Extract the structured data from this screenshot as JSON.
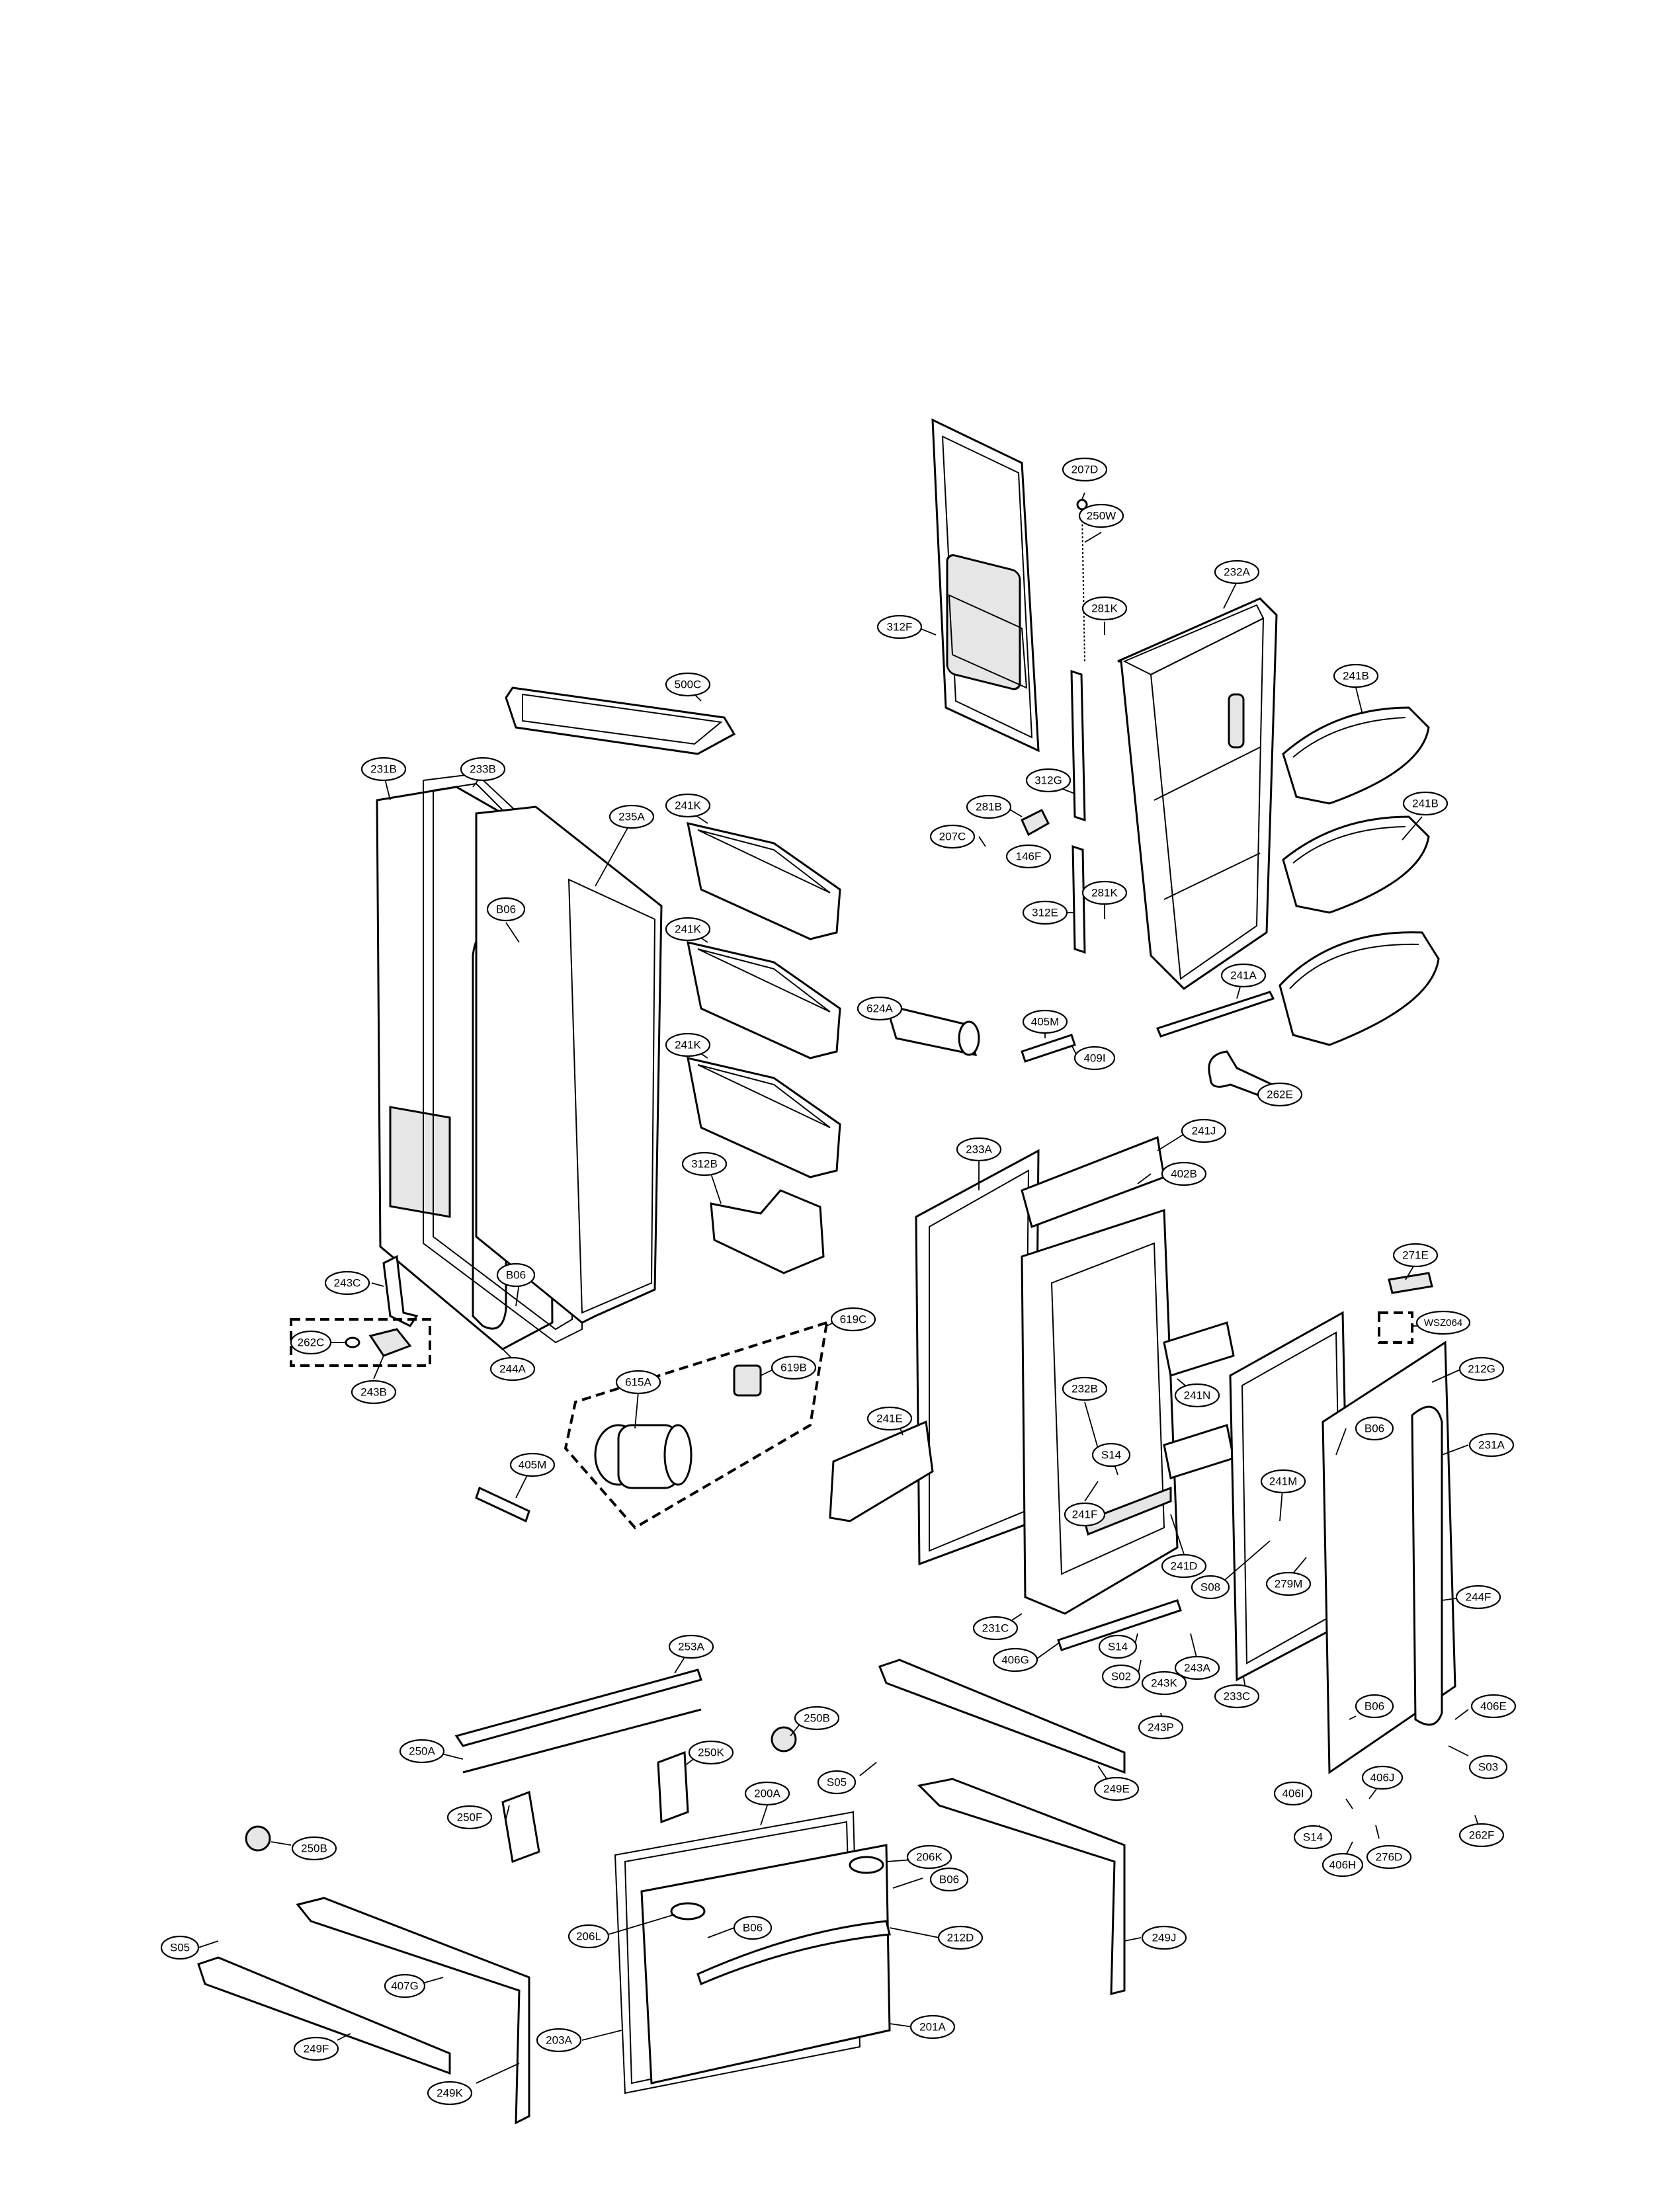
{
  "diagram": {
    "callouts": [
      {
        "id": "c-207D",
        "label": "207D"
      },
      {
        "id": "c-250W",
        "label": "250W"
      },
      {
        "id": "c-232A",
        "label": "232A"
      },
      {
        "id": "c-281K-a",
        "label": "281K"
      },
      {
        "id": "c-312F",
        "label": "312F"
      },
      {
        "id": "c-500C",
        "label": "500C"
      },
      {
        "id": "c-241B-a",
        "label": "241B"
      },
      {
        "id": "c-231B",
        "label": "231B"
      },
      {
        "id": "c-233B",
        "label": "233B"
      },
      {
        "id": "c-235A",
        "label": "235A"
      },
      {
        "id": "c-241K-a",
        "label": "241K"
      },
      {
        "id": "c-312G",
        "label": "312G"
      },
      {
        "id": "c-281B",
        "label": "281B"
      },
      {
        "id": "c-207C",
        "label": "207C"
      },
      {
        "id": "c-146F",
        "label": "146F"
      },
      {
        "id": "c-241B-b",
        "label": "241B"
      },
      {
        "id": "c-B06-a",
        "label": "B06"
      },
      {
        "id": "c-281K-b",
        "label": "281K"
      },
      {
        "id": "c-312E",
        "label": "312E"
      },
      {
        "id": "c-241K-b",
        "label": "241K"
      },
      {
        "id": "c-241A",
        "label": "241A"
      },
      {
        "id": "c-624A",
        "label": "624A"
      },
      {
        "id": "c-405M-a",
        "label": "405M"
      },
      {
        "id": "c-241K-c",
        "label": "241K"
      },
      {
        "id": "c-262E",
        "label": "262E"
      },
      {
        "id": "c-409I",
        "label": "409I"
      },
      {
        "id": "c-241J",
        "label": "241J"
      },
      {
        "id": "c-233A",
        "label": "233A"
      },
      {
        "id": "c-402B",
        "label": "402B"
      },
      {
        "id": "c-312B",
        "label": "312B"
      },
      {
        "id": "c-243C",
        "label": "243C"
      },
      {
        "id": "c-B06-b",
        "label": "B06"
      },
      {
        "id": "c-271E",
        "label": "271E"
      },
      {
        "id": "c-619C",
        "label": "619C"
      },
      {
        "id": "c-WSZ064",
        "label": "WSZ064"
      },
      {
        "id": "c-262C",
        "label": "262C"
      },
      {
        "id": "c-244A",
        "label": "244A"
      },
      {
        "id": "c-619B",
        "label": "619B"
      },
      {
        "id": "c-212G",
        "label": "212G"
      },
      {
        "id": "c-243B",
        "label": "243B"
      },
      {
        "id": "c-615A",
        "label": "615A"
      },
      {
        "id": "c-232B",
        "label": "232B"
      },
      {
        "id": "c-241N",
        "label": "241N"
      },
      {
        "id": "c-B06-c",
        "label": "B06"
      },
      {
        "id": "c-241E",
        "label": "241E"
      },
      {
        "id": "c-231A",
        "label": "231A"
      },
      {
        "id": "c-S14-a",
        "label": "S14"
      },
      {
        "id": "c-405M-b",
        "label": "405M"
      },
      {
        "id": "c-241M",
        "label": "241M"
      },
      {
        "id": "c-241F",
        "label": "241F"
      },
      {
        "id": "c-241D",
        "label": "241D"
      },
      {
        "id": "c-S08",
        "label": "S08"
      },
      {
        "id": "c-279M",
        "label": "279M"
      },
      {
        "id": "c-244F",
        "label": "244F"
      },
      {
        "id": "c-231C",
        "label": "231C"
      },
      {
        "id": "c-S14-b",
        "label": "S14"
      },
      {
        "id": "c-406G",
        "label": "406G"
      },
      {
        "id": "c-243A",
        "label": "243A"
      },
      {
        "id": "c-S02",
        "label": "S02"
      },
      {
        "id": "c-253A",
        "label": "253A"
      },
      {
        "id": "c-243K",
        "label": "243K"
      },
      {
        "id": "c-233C",
        "label": "233C"
      },
      {
        "id": "c-B06-d",
        "label": "B06"
      },
      {
        "id": "c-406E",
        "label": "406E"
      },
      {
        "id": "c-250B-a",
        "label": "250B"
      },
      {
        "id": "c-243P",
        "label": "243P"
      },
      {
        "id": "c-250A",
        "label": "250A"
      },
      {
        "id": "c-250K",
        "label": "250K"
      },
      {
        "id": "c-S05-a",
        "label": "S05"
      },
      {
        "id": "c-249E",
        "label": "249E"
      },
      {
        "id": "c-S03",
        "label": "S03"
      },
      {
        "id": "c-406J",
        "label": "406J"
      },
      {
        "id": "c-200A",
        "label": "200A"
      },
      {
        "id": "c-406I",
        "label": "406I"
      },
      {
        "id": "c-250F",
        "label": "250F"
      },
      {
        "id": "c-262F",
        "label": "262F"
      },
      {
        "id": "c-S14-c",
        "label": "S14"
      },
      {
        "id": "c-276D",
        "label": "276D"
      },
      {
        "id": "c-250B-b",
        "label": "250B"
      },
      {
        "id": "c-206K",
        "label": "206K"
      },
      {
        "id": "c-406H",
        "label": "406H"
      },
      {
        "id": "c-B06-e",
        "label": "B06"
      },
      {
        "id": "c-B06-f",
        "label": "B06"
      },
      {
        "id": "c-212D",
        "label": "212D"
      },
      {
        "id": "c-206L",
        "label": "206L"
      },
      {
        "id": "c-249J",
        "label": "249J"
      },
      {
        "id": "c-S05-b",
        "label": "S05"
      },
      {
        "id": "c-407G",
        "label": "407G"
      },
      {
        "id": "c-203A",
        "label": "203A"
      },
      {
        "id": "c-201A",
        "label": "201A"
      },
      {
        "id": "c-249F",
        "label": "249F"
      },
      {
        "id": "c-249K",
        "label": "249K"
      }
    ]
  }
}
